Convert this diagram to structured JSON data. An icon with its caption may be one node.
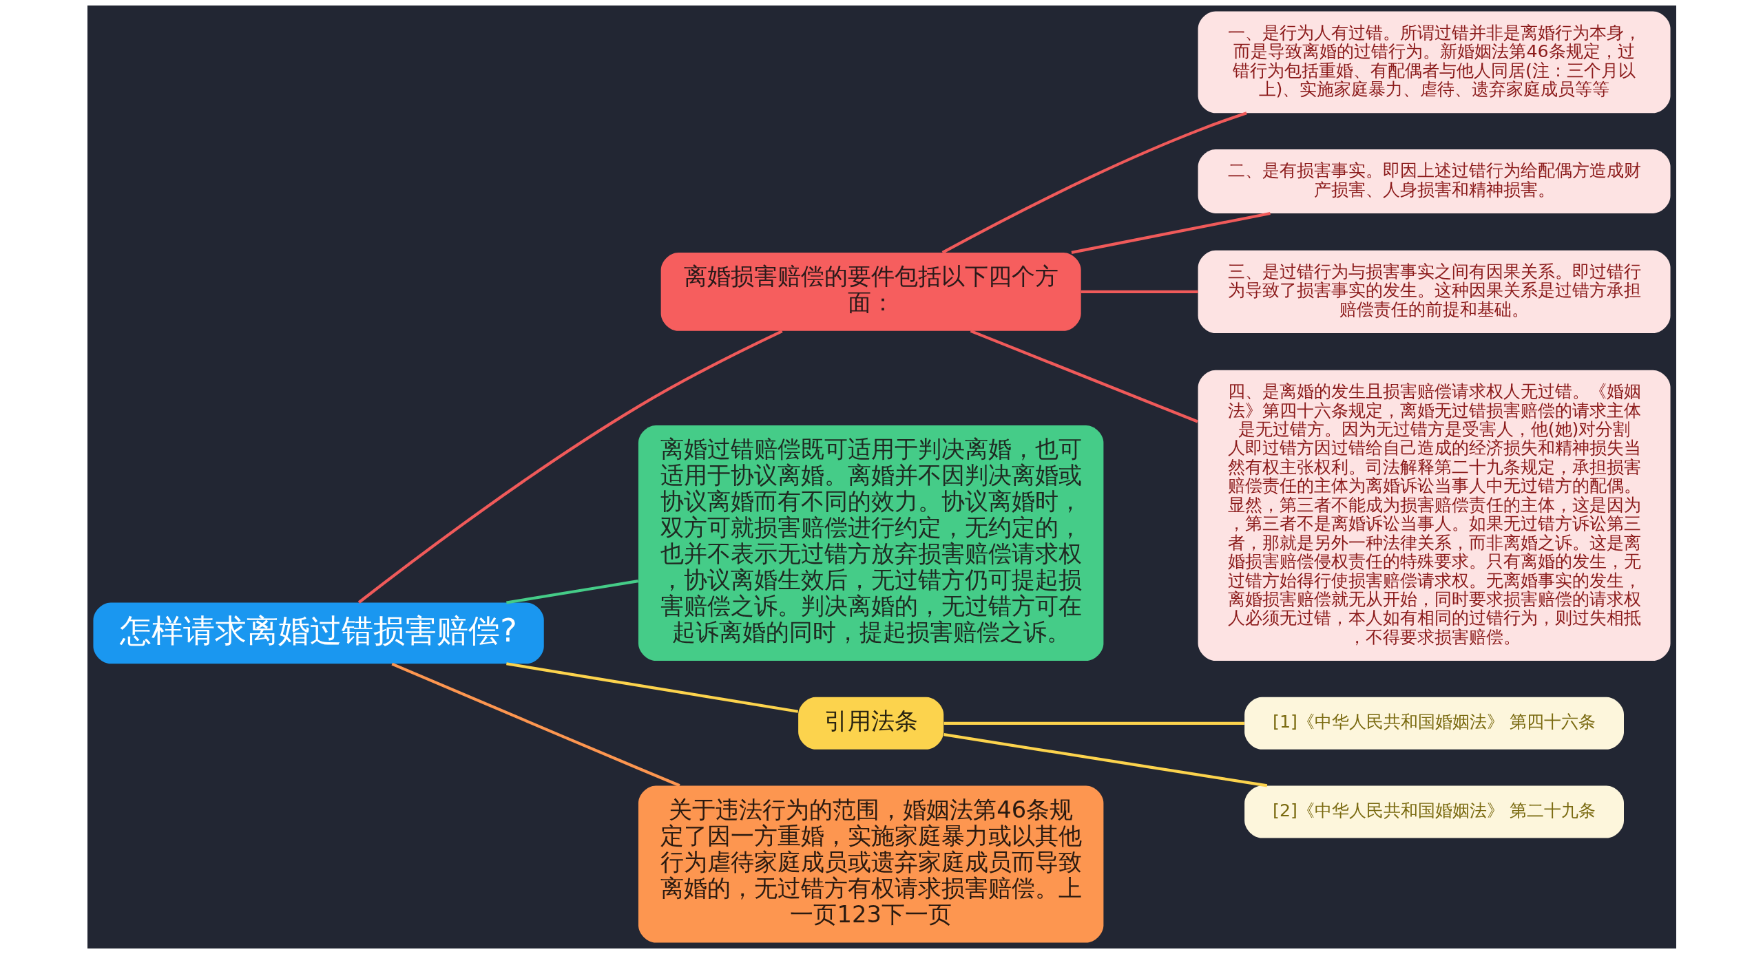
{
  "diagram": {
    "nodes": [
      {
        "text": [
          "怎样请求离婚过错损害赔偿?"
        ]
      },
      {
        "text": [
          "离婚损害赔偿的要件包括以下四个方面："
        ]
      },
      {
        "text": [
          "一、是行为人有过错。所谓过错并非是离婚行为本身，而是导致离婚的过错行为。新婚姻法第46条规定，过错行为包括重婚、有配偶者与他人同居(注：三个月以上)、实施家庭暴力、虐待、遗弃家庭成员等等"
        ]
      },
      {
        "text": [
          "二、是有损害事实。即因上述过错行为给配偶方造成财产损害、人身损害和精神损害。"
        ]
      },
      {
        "text": [
          "三、是过错行为与损害事实之间有因果关系。即过错行为导致了损害事实的发生。这种因果关系是过错方承担赔偿责任的前提和基础。"
        ]
      },
      {
        "text": [
          "四、是离婚的发生且损害赔偿请求权人无过错。《婚姻法》第四十六条规定，离婚无过错损害赔偿的请求主体是无过错方。因为无过错方是受害人，他(她)对分割人即过错方因过错给自己造成的经济损失和精神损失当然有权主张权利。司法解释第二十九条规定，承担损害赔偿责任的主体为离婚诉讼当事人中无过错方的配偶。显然，第三者不能成为损害赔偿责任的主体，这是因为，第三者不是离婚诉讼当事人。如果无过错方诉讼第三者，那就是另外一种法律关系，而非离婚之诉。这是离婚损害赔偿侵权责任的特殊要求。只有离婚的发生，无过错方始得行使损害赔偿请求权。无离婚事实的发生，离婚损害赔偿就无从开始，同时要求损害赔偿的请求权人必须无过错，本人如有相同的过错行为，则过失相抵，不得要求损害赔偿。"
        ]
      },
      {
        "text": [
          "离婚过错赔偿既可适用于判决离婚，也可适用于协议离婚。离婚并不因判决离婚或协议离婚而有不同的效力。协议离婚时，双方可就损害赔偿进行约定，无约定的，也并不表示无过错方放弃损害赔偿请求权，协议离婚生效后，无过错方仍可提起损害赔偿之诉。判决离婚的，无过错方可在起诉离婚的同时，提起损害赔偿之诉。"
        ]
      },
      {
        "text": [
          "引用法条"
        ]
      },
      {
        "text": [
          "[1]《中华人民共和国婚姻法》 第四十六条"
        ]
      },
      {
        "text": [
          "[2]《中华人民共和国婚姻法》 第二十九条"
        ]
      },
      {
        "text": [
          "关于违法行为的范围，婚姻法第46条规定了因一方重婚，实施家庭暴力或以其他行为虐待家庭成员或遗弃家庭成员而导致离婚的，无过错方有权请求损害赔偿。上一页123下一页"
        ]
      }
    ],
    "edges": [
      {
        "from": 0,
        "to": 1,
        "arrow": "none"
      },
      {
        "from": 1,
        "to": 2,
        "arrow": "none"
      },
      {
        "from": 1,
        "to": 3,
        "arrow": "none"
      },
      {
        "from": 1,
        "to": 4,
        "arrow": "none"
      },
      {
        "from": 1,
        "to": 5,
        "arrow": "none"
      },
      {
        "from": 0,
        "to": 6,
        "arrow": "none",
        "color": "#45cc88"
      },
      {
        "from": 0,
        "to": 7,
        "arrow": "none",
        "color": "#fcd34d"
      },
      {
        "from": 7,
        "to": 8,
        "arrow": "none",
        "color": "#fcd34d"
      },
      {
        "from": 7,
        "to": 9,
        "arrow": "none",
        "color": "#fcd34d"
      },
      {
        "from": 0,
        "to": 10,
        "arrow": "none",
        "color": "#fd9650"
      }
    ]
  }
}
